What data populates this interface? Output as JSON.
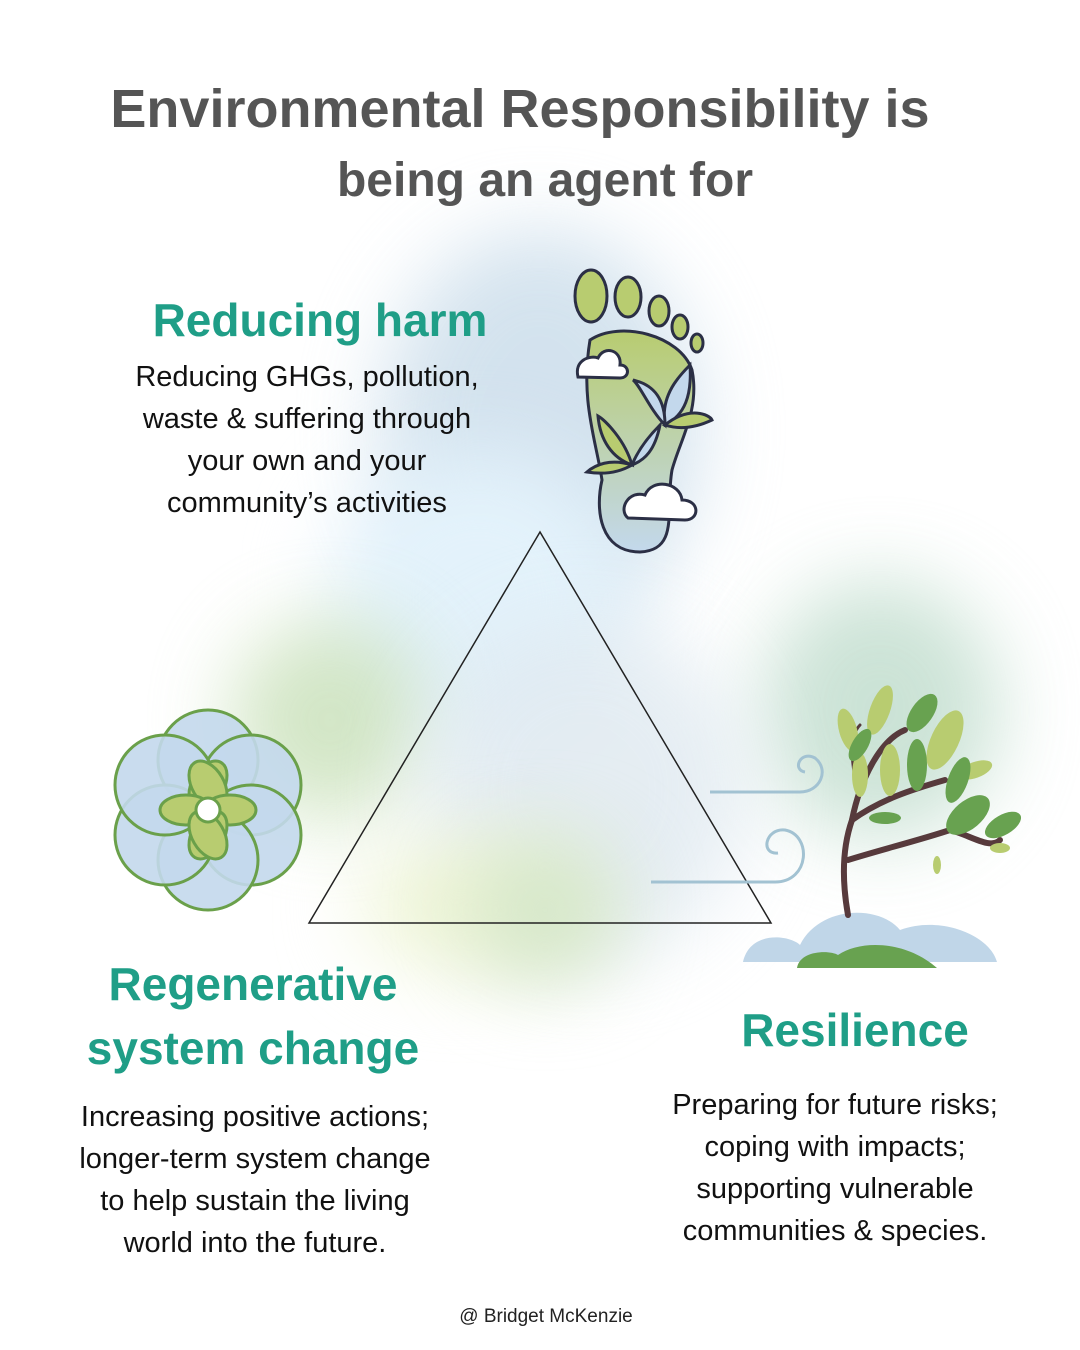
{
  "title": {
    "line1": "Environmental Responsibility is",
    "line2": "being an agent for"
  },
  "sections": [
    {
      "heading": "Reducing harm",
      "body": [
        "Reducing GHGs, pollution,",
        "waste & suffering through",
        "your own and your",
        "community’s activities"
      ]
    },
    {
      "heading_lines": [
        "Regenerative",
        "system change"
      ],
      "body": [
        "Increasing positive actions;",
        "longer-term system change",
        "to help sustain the living",
        "world into the future."
      ]
    },
    {
      "heading": "Resilience",
      "body": [
        "Preparing for future risks;",
        "coping with impacts;",
        "supporting vulnerable",
        "communities & species."
      ]
    }
  ],
  "credit": "@ Bridget McKenzie",
  "colors": {
    "title": "#555555",
    "heading": "#1f9e87",
    "leaf_light": "#b8cc70",
    "leaf_dark": "#68a250",
    "blue": "#c0d6e8",
    "bark": "#573a3c"
  }
}
